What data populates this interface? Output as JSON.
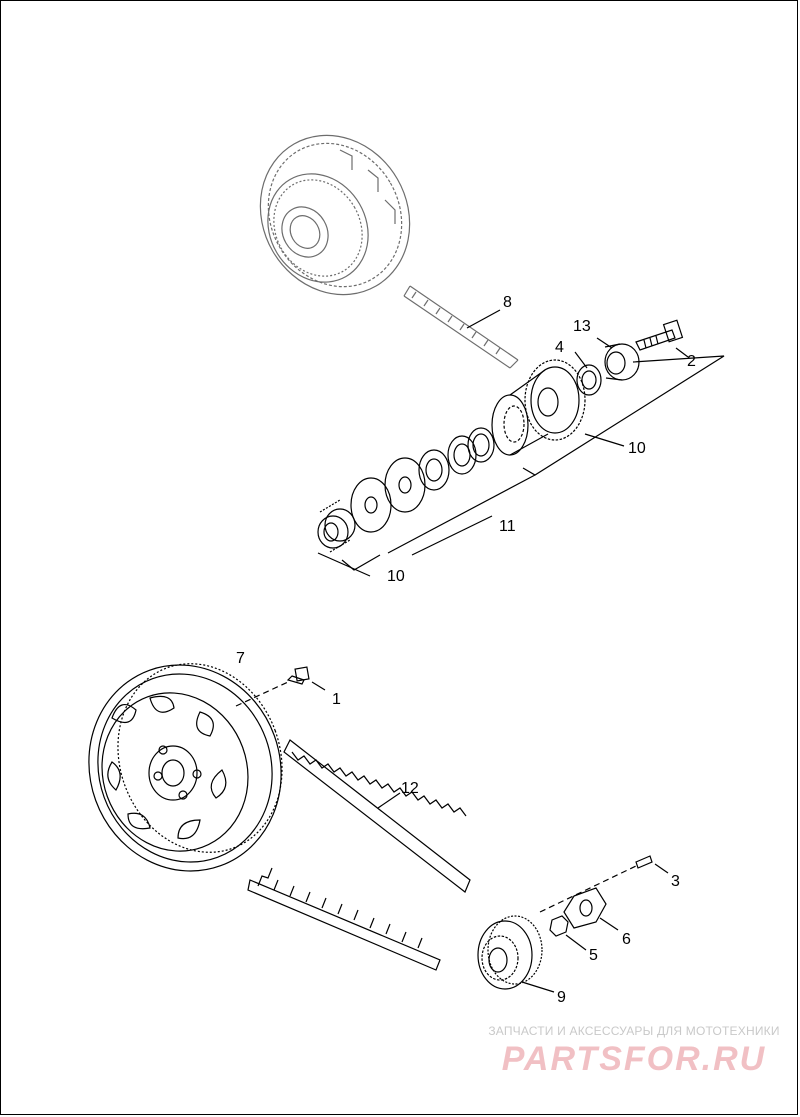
{
  "callouts": {
    "c1": "1",
    "c2": "2",
    "c3": "3",
    "c4": "4",
    "c5": "5",
    "c6": "6",
    "c7": "7",
    "c8": "8",
    "c9": "9",
    "c10a": "10",
    "c10b": "10",
    "c11": "11",
    "c12": "12",
    "c13": "13"
  },
  "watermark": {
    "tagline": "ЗАПЧАСТИ И АКСЕССУАРЫ ДЛЯ МОТОТЕХНИКИ",
    "logo": "PARTSFOR.RU"
  },
  "colors": {
    "line": "#000000",
    "faded_line": "#6d6d6d",
    "watermark_logo": "#f1c0c4",
    "watermark_text": "#c9c9c9"
  }
}
